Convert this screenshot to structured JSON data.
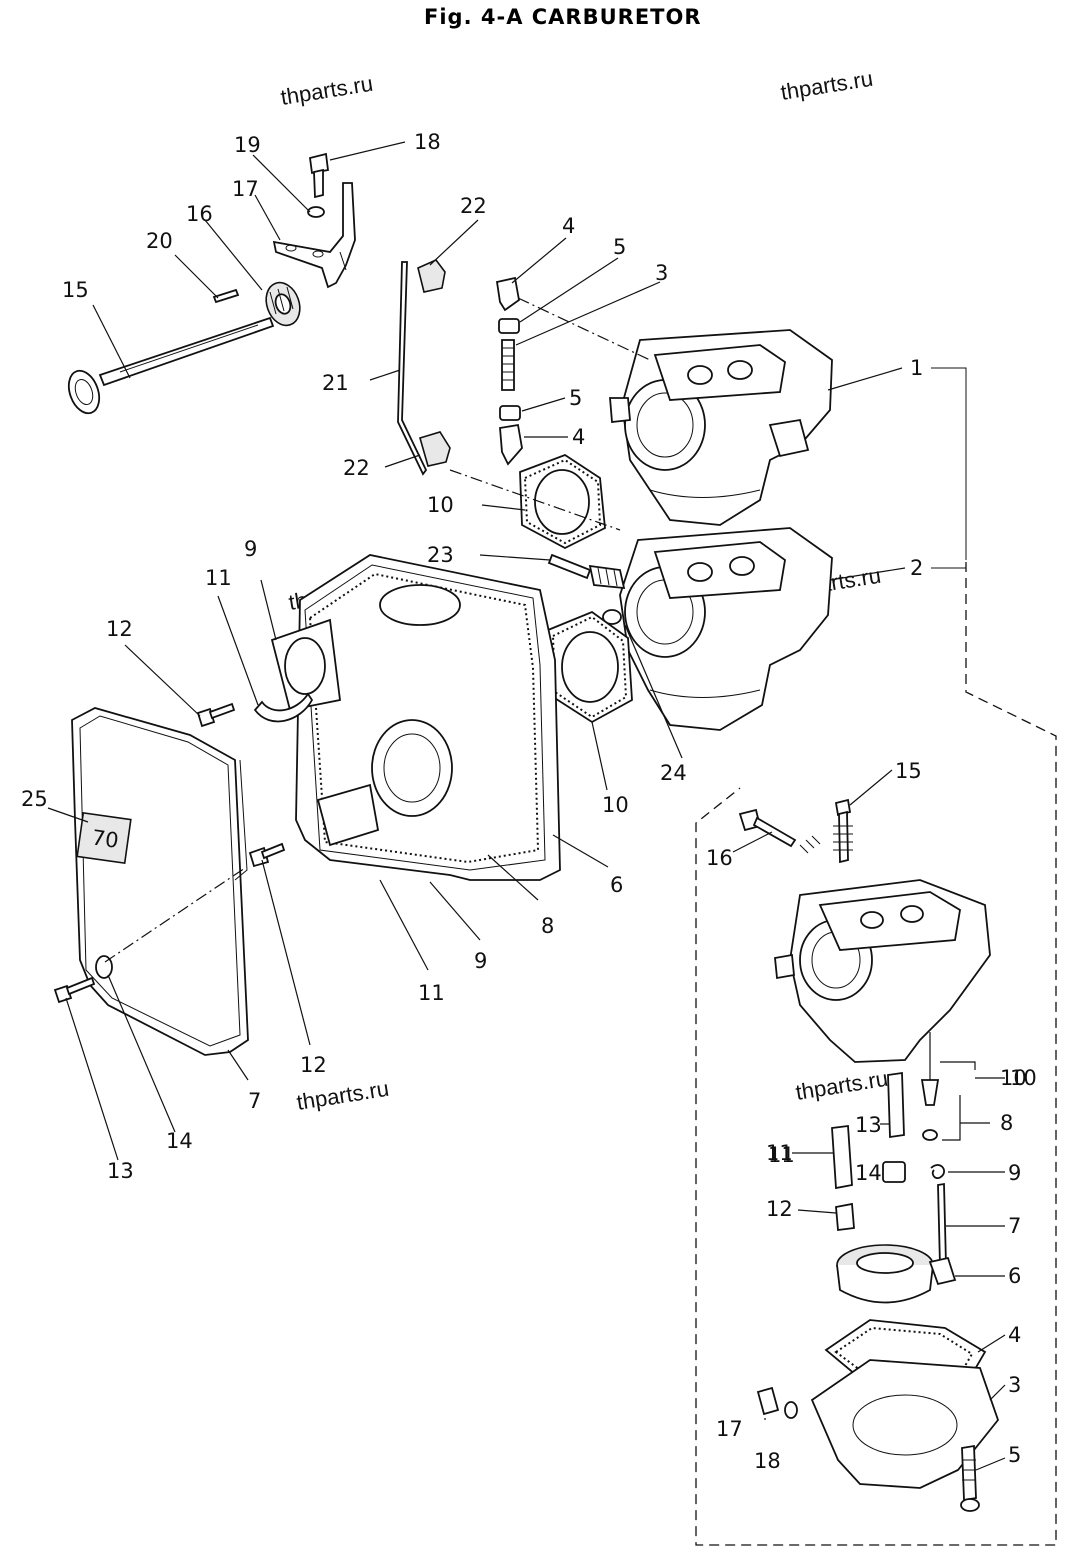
{
  "figure_title": "Fig. 4-A   CARBURETOR",
  "watermarks": [
    "thparts.ru",
    "thparts.ru",
    "thparts.ru",
    "thparts.ru",
    "thparts.ru",
    "thparts.ru"
  ],
  "main_callouts": [
    "1",
    "2",
    "3",
    "4",
    "4",
    "5",
    "5",
    "6",
    "7",
    "8",
    "9",
    "9",
    "10",
    "10",
    "10",
    "11",
    "11",
    "11",
    "12",
    "12",
    "13",
    "14",
    "15",
    "16",
    "17",
    "18",
    "19",
    "20",
    "21",
    "22",
    "22",
    "23",
    "24",
    "25"
  ],
  "inset_callouts": [
    "3",
    "4",
    "5",
    "6",
    "7",
    "8",
    "9",
    "10",
    "11",
    "12",
    "13",
    "14",
    "15",
    "16",
    "17",
    "18"
  ],
  "cover_badge": "70"
}
